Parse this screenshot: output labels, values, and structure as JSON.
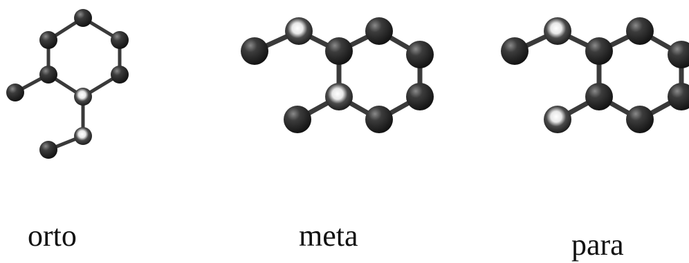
{
  "captions": {
    "orto": "orto",
    "meta": "meta",
    "para": "para"
  },
  "molecules": [
    {
      "id": "orto",
      "label_key": "orto"
    },
    {
      "id": "meta",
      "label_key": "meta"
    },
    {
      "id": "para",
      "label_key": "para"
    }
  ],
  "colors": {
    "atom": "#2b2b2b",
    "atom_highlight_white": "#f2f2f2",
    "bond": "#3a3a3a",
    "background": "#ffffff"
  }
}
